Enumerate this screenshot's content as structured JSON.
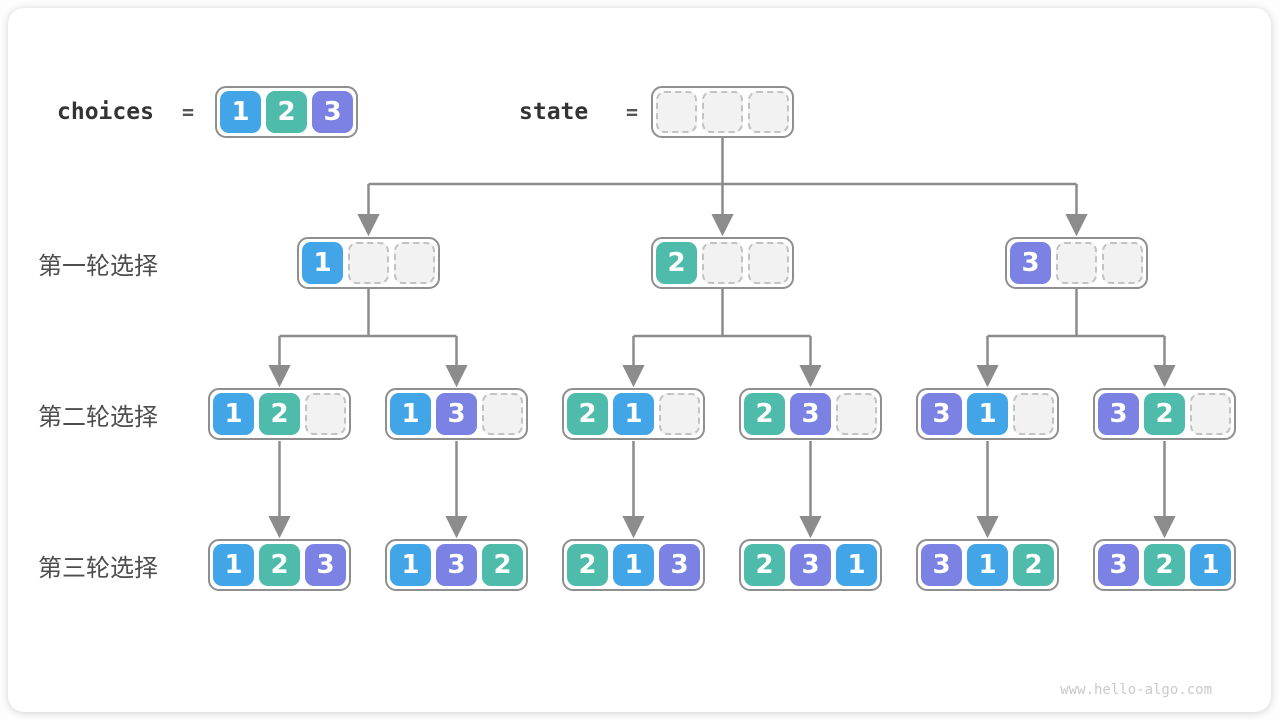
{
  "page": {
    "watermark": "www.hello-algo.com"
  },
  "colors": {
    "cell-1": "#41a5e7",
    "cell-2": "#4fbcab",
    "cell-3": "#7b82e4",
    "edge": "#8c8c8c",
    "node-border": "#8f8f8f",
    "empty-cell": "#f2f2f2"
  },
  "header": {
    "choices_label": "choices",
    "equals": "=",
    "state_label": "state",
    "choices": [
      "1",
      "2",
      "3"
    ],
    "state": [
      "",
      "",
      ""
    ]
  },
  "rows": [
    {
      "label": "第一轮选择"
    },
    {
      "label": "第二轮选择"
    },
    {
      "label": "第三轮选择"
    }
  ],
  "tree": {
    "level1": [
      [
        "1",
        "",
        ""
      ],
      [
        "2",
        "",
        ""
      ],
      [
        "3",
        "",
        ""
      ]
    ],
    "level2": [
      [
        "1",
        "2",
        ""
      ],
      [
        "1",
        "3",
        ""
      ],
      [
        "2",
        "1",
        ""
      ],
      [
        "2",
        "3",
        ""
      ],
      [
        "3",
        "1",
        ""
      ],
      [
        "3",
        "2",
        ""
      ]
    ],
    "level3": [
      [
        "1",
        "2",
        "3"
      ],
      [
        "1",
        "3",
        "2"
      ],
      [
        "2",
        "1",
        "3"
      ],
      [
        "2",
        "3",
        "1"
      ],
      [
        "3",
        "1",
        "2"
      ],
      [
        "3",
        "2",
        "1"
      ]
    ]
  }
}
